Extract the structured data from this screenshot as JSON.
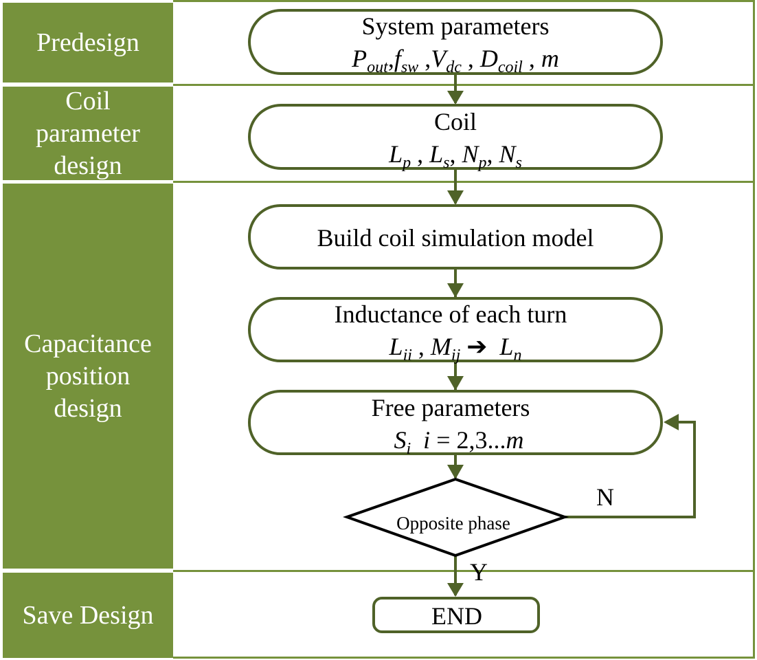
{
  "lanes": [
    {
      "label": "Predesign"
    },
    {
      "label": "Coil\nparameter\ndesign"
    },
    {
      "label": "Capacitance\nposition\ndesign"
    },
    {
      "label": "Save Design"
    }
  ],
  "nodes": {
    "system_parameters": {
      "title": "System parameters",
      "formula": [
        {
          "base": "P",
          "sub": "out"
        },
        {
          "sep": ","
        },
        {
          "base": "f",
          "sub": "sw"
        },
        {
          "sep": " ,"
        },
        {
          "base": "V",
          "sub": "dc"
        },
        {
          "sep": " , "
        },
        {
          "base": "D",
          "sub": "coil"
        },
        {
          "sep": " , "
        },
        {
          "base": "m",
          "sub": ""
        }
      ]
    },
    "coil": {
      "title": "Coil",
      "formula": [
        {
          "base": "L",
          "sub": "p"
        },
        {
          "sep": " , "
        },
        {
          "base": "L",
          "sub": "s"
        },
        {
          "sep": ", "
        },
        {
          "base": "N",
          "sub": "p"
        },
        {
          "sep": ", "
        },
        {
          "base": "N",
          "sub": "s"
        }
      ]
    },
    "build_model": {
      "title": "Build coil simulation model"
    },
    "inductance": {
      "title": "Inductance of each turn",
      "formula": [
        {
          "base": "L",
          "sub": "ii"
        },
        {
          "sep": " , "
        },
        {
          "base": "M",
          "sub": "ij"
        },
        {
          "sep": " ➔  "
        },
        {
          "base": "L",
          "sub": "n"
        }
      ]
    },
    "free_parameters": {
      "title": "Free parameters",
      "formula": [
        {
          "base": "S",
          "sub": "i"
        },
        {
          "sep": "  "
        },
        {
          "base": "i",
          "sub": ""
        },
        {
          "sep": " = 2,3..."
        },
        {
          "base": "m",
          "sub": ""
        }
      ]
    },
    "decision": {
      "title": "Opposite phase",
      "yes_label": "Y",
      "no_label": "N"
    },
    "end": {
      "title": "END"
    }
  },
  "colors": {
    "lane_fill": "#76923c",
    "node_stroke": "#4f6228",
    "arrow": "#4f6228",
    "divider": "#76923c",
    "decision_stroke": "#000000"
  }
}
